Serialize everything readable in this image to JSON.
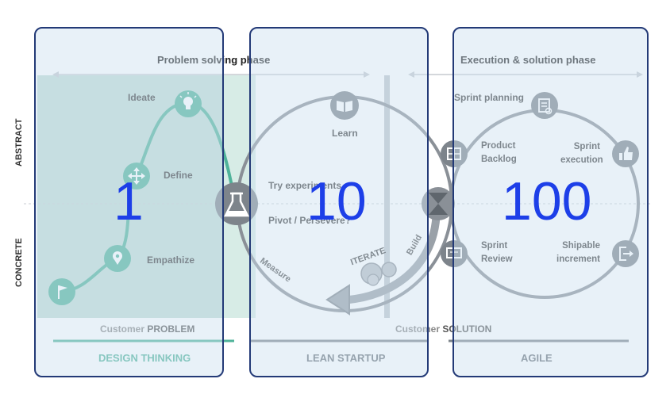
{
  "phases": {
    "problem": "Problem solving phase",
    "execution": "Execution & solution phase"
  },
  "axis": {
    "abstract": "ABSTRACT",
    "concrete": "CONCRETE"
  },
  "design_thinking": {
    "steps": [
      "Ideate",
      "Define",
      "Empathize"
    ]
  },
  "lean_startup": {
    "learn": "Learn",
    "try": "Try experiments",
    "pivot": "Pivot / Persevere?",
    "measure": "Measure",
    "iterate": "ITERATE",
    "build": "Build"
  },
  "agile": {
    "sprint_planning": "Sprint planning",
    "product_backlog": "Product\nBacklog",
    "sprint_execution": "Sprint\nexecution",
    "sprint_review": "Sprint\nReview",
    "shipable_increment": "Shipable\nincrement"
  },
  "bottom": {
    "problem_prefix": "Customer ",
    "problem_word": "PROBLEM",
    "solution_prefix": "Customer ",
    "solution_word": "SOLUTION"
  },
  "methods": [
    "DESIGN THINKING",
    "LEAN STARTUP",
    "AGILE"
  ],
  "overlays": [
    "1",
    "10",
    "100"
  ],
  "colors": {
    "teal": "#4fb39a",
    "gray": "#8a9097",
    "overlay_border": "#233a77",
    "overlay_number": "#1d3fe8"
  },
  "icons": [
    "flag-icon",
    "location-pin-icon",
    "move-arrows-icon",
    "lightbulb-icon",
    "flask-icon",
    "book-icon",
    "checklist-icon",
    "grid-icon",
    "thumbs-up-icon",
    "monitor-icon",
    "exit-icon",
    "hourglass-icon"
  ]
}
